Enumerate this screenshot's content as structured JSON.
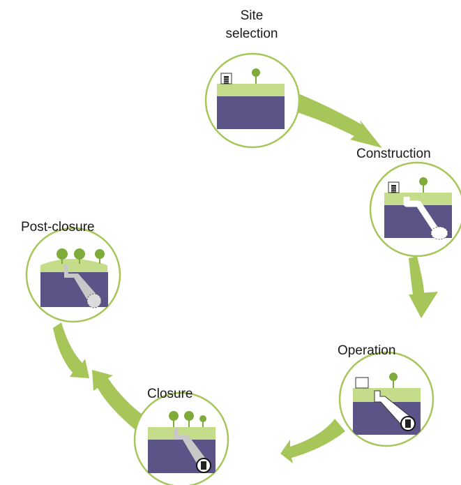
{
  "stages": [
    {
      "id": "site-selection",
      "label_line1": "Site",
      "label_line2": "selection"
    },
    {
      "id": "construction",
      "label": "Construction"
    },
    {
      "id": "operation",
      "label": "Operation"
    },
    {
      "id": "closure",
      "label": "Closure"
    },
    {
      "id": "post-closure",
      "label": "Post-closure"
    }
  ],
  "colors": {
    "cycle_arrow": "#a6c65a",
    "circle_outline": "#a6c65a",
    "ground_surface": "#c5dc8a",
    "bedrock": "#5b5587",
    "tree_canopy": "#7eab3a",
    "tunnel_fill": "#c8c8c8"
  }
}
